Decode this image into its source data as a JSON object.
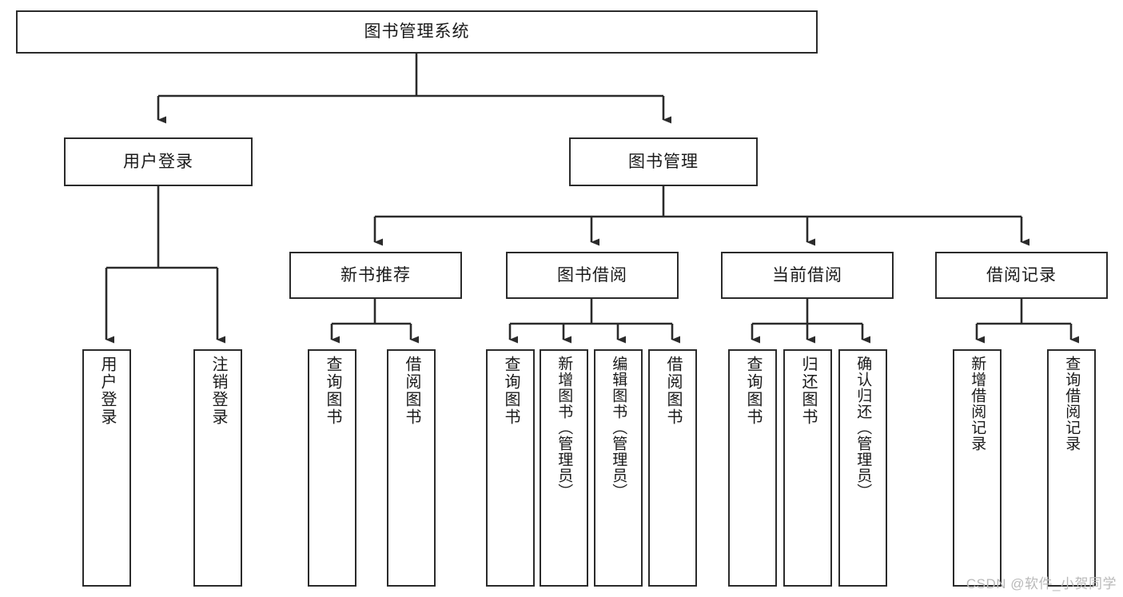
{
  "diagram": {
    "title": "图书管理系统",
    "watermark": "CSDN @软件_小贺同学",
    "root": {
      "label": "图书管理系统"
    },
    "level2": [
      {
        "label": "用户登录"
      },
      {
        "label": "图书管理"
      }
    ],
    "level3": [
      {
        "label": "新书推荐"
      },
      {
        "label": "图书借阅"
      },
      {
        "label": "当前借阅"
      },
      {
        "label": "借阅记录"
      }
    ],
    "leaves": {
      "user_login": [
        {
          "label": "用户登录"
        },
        {
          "label": "注销登录"
        }
      ],
      "new_book": [
        {
          "label": "查询图书"
        },
        {
          "label": "借阅图书"
        }
      ],
      "book_borrow": [
        {
          "label": "查询图书"
        },
        {
          "label": "新增图书（管理员）"
        },
        {
          "label": "编辑图书（管理员）"
        },
        {
          "label": "借阅图书"
        }
      ],
      "current_borrow": [
        {
          "label": "查询图书"
        },
        {
          "label": "归还图书"
        },
        {
          "label": "确认归还（管理员）"
        }
      ],
      "borrow_record": [
        {
          "label": "新增借阅记录"
        },
        {
          "label": "查询借阅记录"
        }
      ]
    },
    "colors": {
      "stroke": "#2b2b2b",
      "fill": "#ffffff",
      "text": "#1a1a1a",
      "watermark": "#b9b9b9"
    }
  }
}
